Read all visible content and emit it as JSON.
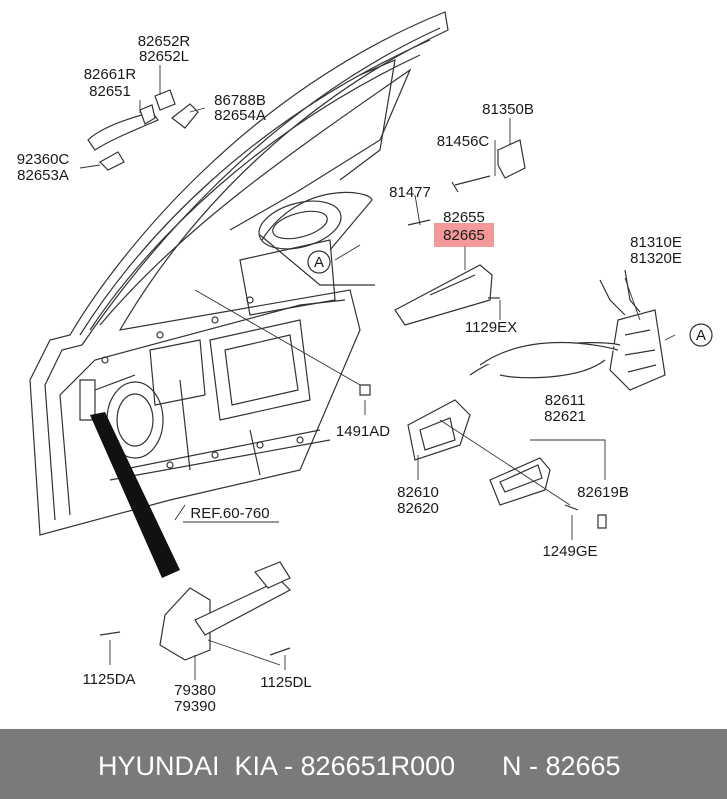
{
  "callouts": [
    {
      "id": "c1",
      "lines": [
        "82652R",
        "82652L"
      ]
    },
    {
      "id": "c2",
      "lines": [
        "82661R",
        "82651"
      ]
    },
    {
      "id": "c3",
      "lines": [
        "86788B",
        "82654A"
      ]
    },
    {
      "id": "c4",
      "lines": [
        "92360C",
        "82653A"
      ]
    },
    {
      "id": "c5",
      "lines": [
        "81350B"
      ]
    },
    {
      "id": "c6",
      "lines": [
        "81456C"
      ]
    },
    {
      "id": "c7",
      "lines": [
        "81477"
      ]
    },
    {
      "id": "c8",
      "lines": [
        "82655",
        "82665"
      ]
    },
    {
      "id": "c9",
      "lines": [
        "81310E",
        "81320E"
      ]
    },
    {
      "id": "c10",
      "lines": [
        "1129EX"
      ]
    },
    {
      "id": "c11",
      "lines": [
        "1491AD"
      ]
    },
    {
      "id": "c12",
      "lines": [
        "82611",
        "82621"
      ]
    },
    {
      "id": "c13",
      "lines": [
        "82610",
        "82620"
      ]
    },
    {
      "id": "c14",
      "lines": [
        "82619B"
      ]
    },
    {
      "id": "c15",
      "lines": [
        "1249GE"
      ]
    },
    {
      "id": "c16",
      "lines": [
        "REF.60-760"
      ]
    },
    {
      "id": "c17",
      "lines": [
        "1125DA"
      ]
    },
    {
      "id": "c18",
      "lines": [
        "79380",
        "79390"
      ]
    },
    {
      "id": "c19",
      "lines": [
        "1125DL"
      ]
    }
  ],
  "markers": [
    {
      "id": "mA1",
      "label": "A"
    },
    {
      "id": "mA2",
      "label": "A"
    }
  ],
  "highlight_color": "#f08080",
  "footer": {
    "left": "HYUNDAI  KIA - 826651R000",
    "right": "N - 82665",
    "background": "#7a7a7a"
  }
}
